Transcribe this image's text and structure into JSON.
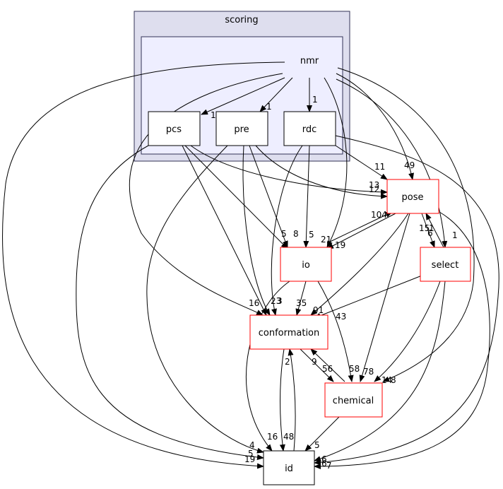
{
  "diagram": {
    "clusters": {
      "scoring": "scoring",
      "nmr": "nmr"
    },
    "nodes": {
      "pcs": "pcs",
      "pre": "pre",
      "rdc": "rdc",
      "pose": "pose",
      "io": "io",
      "select": "select",
      "conformation": "conformation",
      "chemical": "chemical",
      "id": "id"
    },
    "edge_labels": {
      "nmr_pcs": "1",
      "nmr_pre": "1",
      "nmr_rdc": "1",
      "nmr_pose": "49",
      "nmr_io": "21",
      "nmr_select": "1",
      "nmr_chemical": "14",
      "nmr_conformation": "16",
      "nmr_id": "19",
      "rdc_pose": "11",
      "rdc_io": "5",
      "rdc_conformation": "23",
      "rdc_id": "6",
      "pre_pose": "13",
      "pre_io": "8",
      "pre_conformation": "3",
      "pre_id": "4",
      "pcs_pose": "12",
      "pcs_io": "5",
      "pcs_conformation": "3",
      "pcs_id": "5",
      "pose_io": "104",
      "io_pose": "19",
      "pose_select": "6",
      "select_pose": "1",
      "pose_conformation": "91",
      "pose_chemical": "78",
      "pose_id": "7",
      "pose_select_15": "15",
      "io_conformation": "35",
      "io_chemical": "58",
      "io_id": "16",
      "select_conformation": "43",
      "select_chemical": "8",
      "select_id": "6",
      "conformation_chemical": "56",
      "chemical_conformation": "9",
      "conformation_id": "48",
      "id_conformation": "2",
      "chemical_id": "5",
      "misc_1": "1"
    }
  }
}
